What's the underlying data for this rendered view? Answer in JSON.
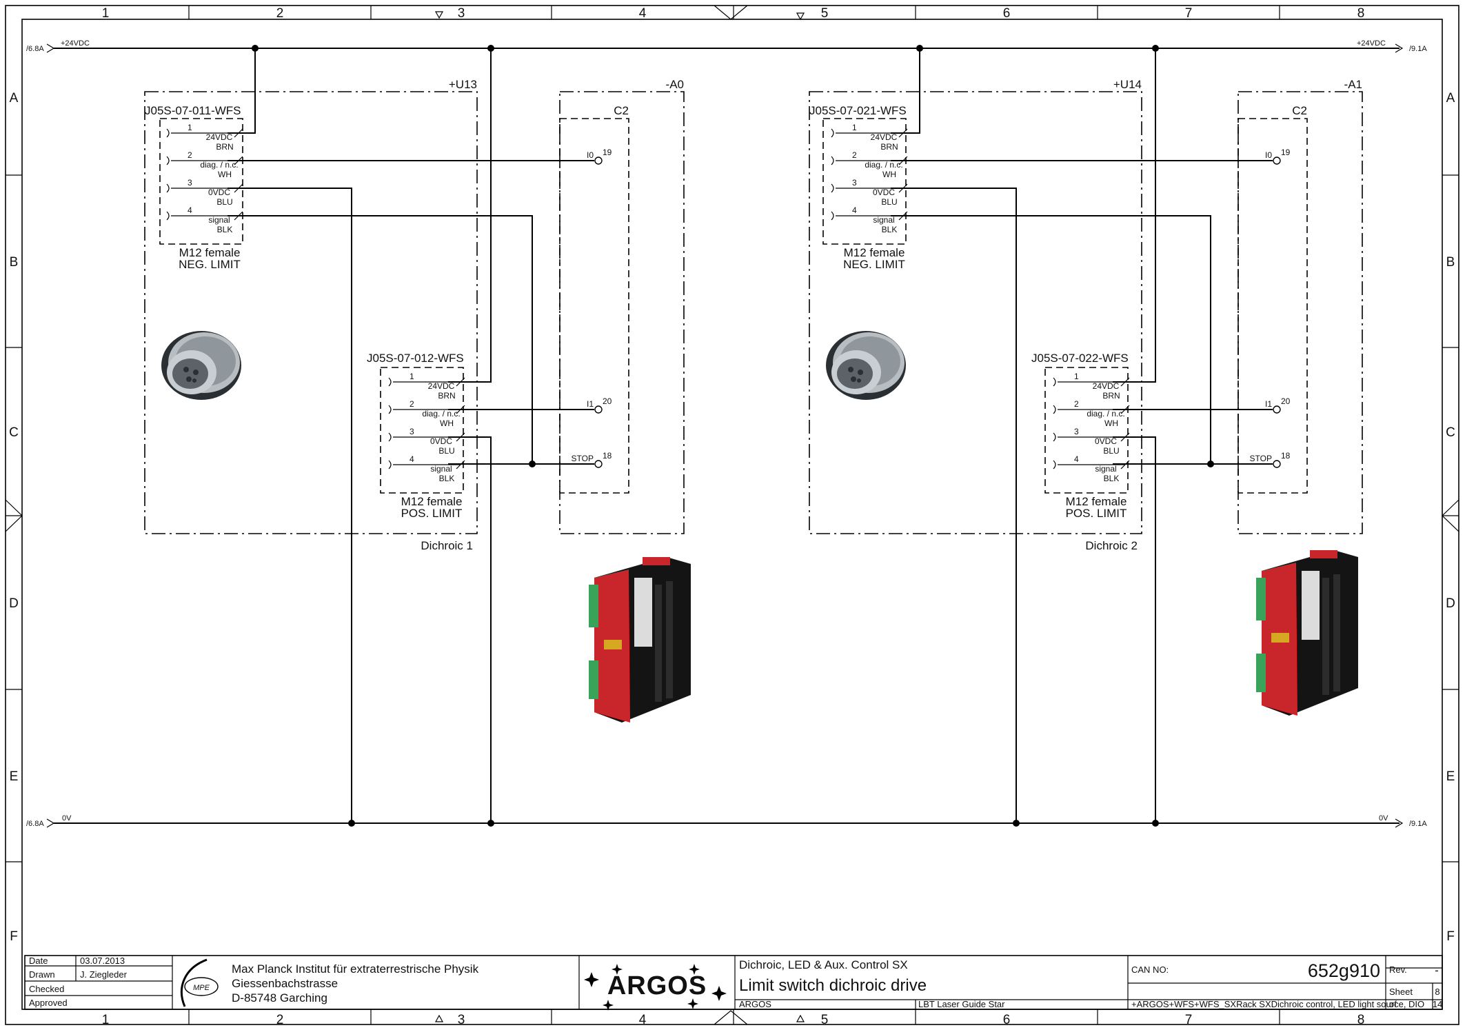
{
  "sheet": {
    "columns": [
      "1",
      "2",
      "3",
      "4",
      "5",
      "6",
      "7",
      "8"
    ],
    "rows": [
      "A",
      "B",
      "C",
      "D",
      "E",
      "F"
    ]
  },
  "supply": {
    "plus_left_ref": "/6.8A",
    "plus_left_label": "+24VDC",
    "plus_right_label": "+24VDC",
    "plus_right_ref": "/9.1A",
    "zero_left_ref": "/6.8A",
    "zero_left_label": "0V",
    "zero_right_label": "0V",
    "zero_right_ref": "/9.1A"
  },
  "group1": {
    "unit_tag": "+U13",
    "caption": "Dichroic 1",
    "neg_connector": {
      "part": "J05S-07-011-WFS",
      "type": "M12 female",
      "function": "NEG. LIMIT",
      "pins": [
        {
          "num": "1",
          "name": "24VDC",
          "color": "BRN"
        },
        {
          "num": "2",
          "name": "diag. / n.c.",
          "color": "WH"
        },
        {
          "num": "3",
          "name": "0VDC",
          "color": "BLU"
        },
        {
          "num": "4",
          "name": "signal",
          "color": "BLK"
        }
      ]
    },
    "pos_connector": {
      "part": "J05S-07-012-WFS",
      "type": "M12 female",
      "function": "POS. LIMIT",
      "pins": [
        {
          "num": "1",
          "name": "24VDC",
          "color": "BRN"
        },
        {
          "num": "2",
          "name": "diag. / n.c.",
          "color": "WH"
        },
        {
          "num": "3",
          "name": "0VDC",
          "color": "BLU"
        },
        {
          "num": "4",
          "name": "signal",
          "color": "BLK"
        }
      ]
    },
    "controller": {
      "tag": "-A0",
      "module": "C2",
      "inputs": [
        {
          "name": "I0",
          "pin": "19"
        },
        {
          "name": "I1",
          "pin": "20"
        },
        {
          "name": "STOP",
          "pin": "18"
        }
      ]
    }
  },
  "group2": {
    "unit_tag": "+U14",
    "caption": "Dichroic 2",
    "neg_connector": {
      "part": "J05S-07-021-WFS",
      "type": "M12 female",
      "function": "NEG. LIMIT",
      "pins": [
        {
          "num": "1",
          "name": "24VDC",
          "color": "BRN"
        },
        {
          "num": "2",
          "name": "diag. / n.c.",
          "color": "WH"
        },
        {
          "num": "3",
          "name": "0VDC",
          "color": "BLU"
        },
        {
          "num": "4",
          "name": "signal",
          "color": "BLK"
        }
      ]
    },
    "pos_connector": {
      "part": "J05S-07-022-WFS",
      "type": "M12 female",
      "function": "POS. LIMIT",
      "pins": [
        {
          "num": "1",
          "name": "24VDC",
          "color": "BRN"
        },
        {
          "num": "2",
          "name": "diag. / n.c.",
          "color": "WH"
        },
        {
          "num": "3",
          "name": "0VDC",
          "color": "BLU"
        },
        {
          "num": "4",
          "name": "signal",
          "color": "BLK"
        }
      ]
    },
    "controller": {
      "tag": "-A1",
      "module": "C2",
      "inputs": [
        {
          "name": "I0",
          "pin": "19"
        },
        {
          "name": "I1",
          "pin": "20"
        },
        {
          "name": "STOP",
          "pin": "18"
        }
      ]
    }
  },
  "title_block": {
    "date_label": "Date",
    "date_value": "03.07.2013",
    "drawn_label": "Drawn",
    "drawn_value": "J. Ziegleder",
    "checked_label": "Checked",
    "approved_label": "Approved",
    "company_logo": "MPE",
    "company_line1": "Max Planck Institut für extraterrestrische Physik",
    "company_line2": "Giessenbachstrasse",
    "company_line3": "D-85748 Garching",
    "project_logo": "ARGOS",
    "title_line1": "Dichroic, LED & Aux. Control SX",
    "title_line2": "Limit switch dichroic drive",
    "project": "ARGOS",
    "project_desc": "LBT Laser Guide Star",
    "can_label": "CAN NO:",
    "can_value": "652g910",
    "rev_label": "Rev.",
    "rev_value": "-",
    "sheet_label": "Sheet",
    "sheet_value": "8",
    "of_label": "of",
    "of_value": "14",
    "location": "+ARGOS+WFS+WFS_SXRack SXDichroic control, LED light source, DIO"
  },
  "colors": {
    "line": "#000000",
    "connector_metal": "#9aa0a6",
    "drive_red": "#c8262b",
    "drive_black": "#1c1c1c",
    "terminal_green": "#3aa35a"
  }
}
